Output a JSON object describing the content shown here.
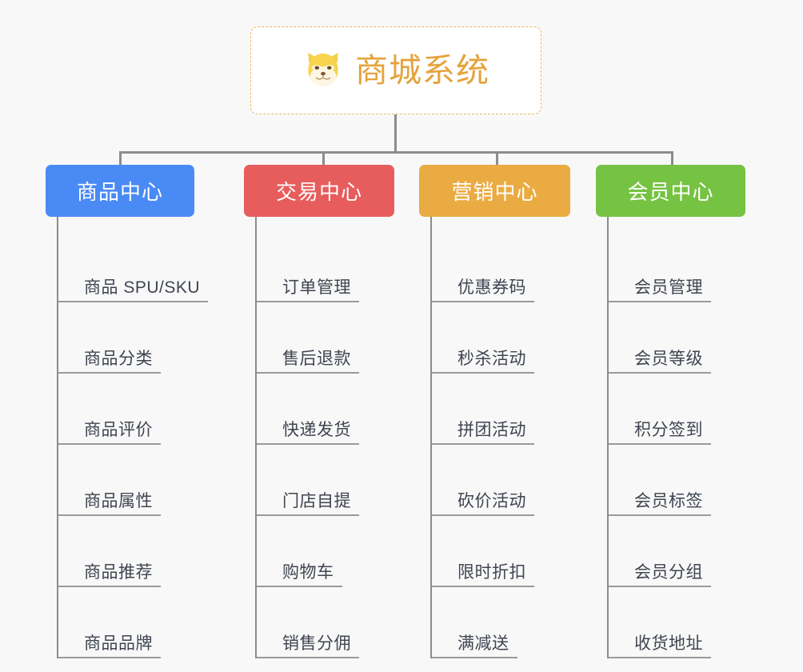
{
  "background_color": "#f8f8f8",
  "root": {
    "title": "商城系统",
    "icon": "shiba-dog-face-icon",
    "title_color": "#e5a33b",
    "border_color": "#edb85a"
  },
  "branches": [
    {
      "label": "商品中心",
      "color": "#4a8af4",
      "items": [
        "商品 SPU/SKU",
        "商品分类",
        "商品评价",
        "商品属性",
        "商品推荐",
        "商品品牌"
      ]
    },
    {
      "label": "交易中心",
      "color": "#e75c5c",
      "items": [
        "订单管理",
        "售后退款",
        "快递发货",
        "门店自提",
        "购物车",
        "销售分佣"
      ]
    },
    {
      "label": "营销中心",
      "color": "#eaab42",
      "items": [
        "优惠券码",
        "秒杀活动",
        "拼团活动",
        "砍价活动",
        "限时折扣",
        "满减送"
      ]
    },
    {
      "label": "会员中心",
      "color": "#76c242",
      "items": [
        "会员管理",
        "会员等级",
        "积分签到",
        "会员标签",
        "会员分组",
        "收货地址"
      ]
    }
  ],
  "layout": {
    "branch_left": [
      57,
      305,
      524,
      745
    ],
    "branch_width": [
      186,
      188,
      189,
      187
    ],
    "drop_left": [
      149,
      403,
      620,
      839
    ]
  }
}
